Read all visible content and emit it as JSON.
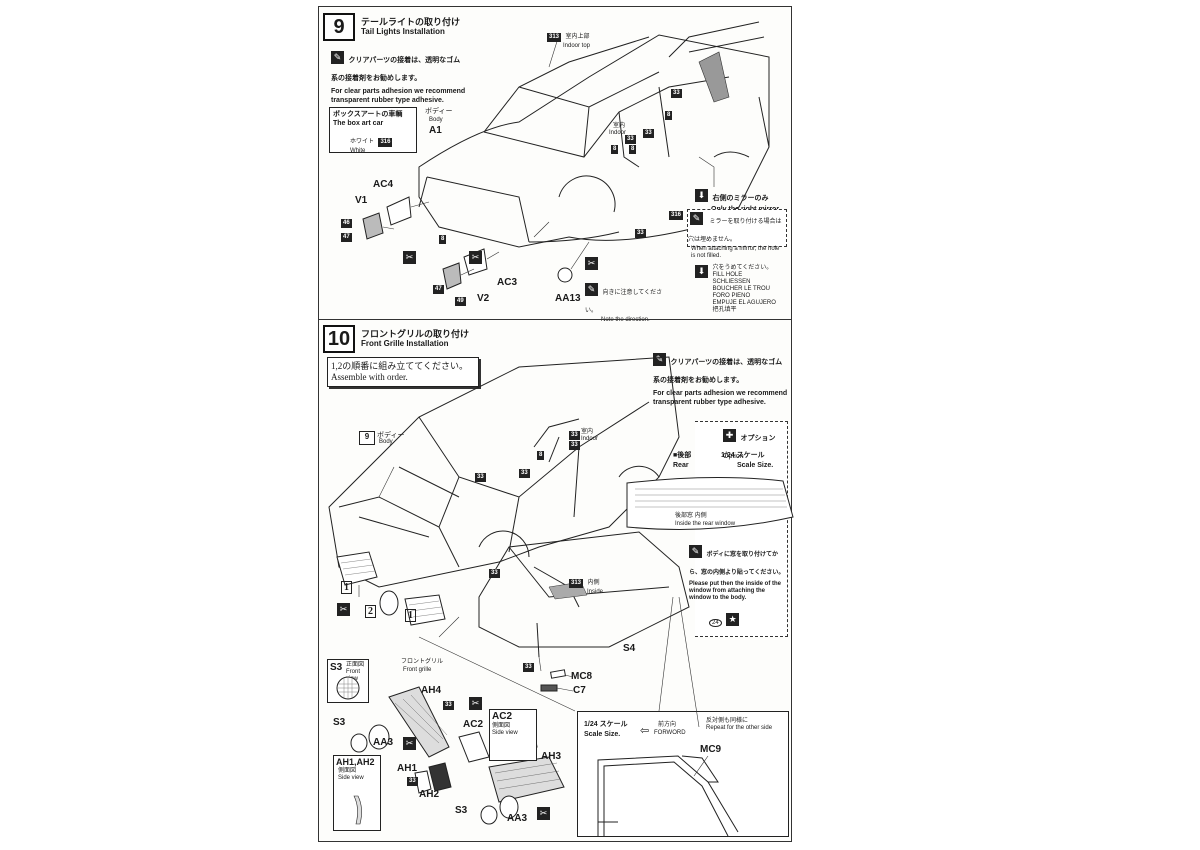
{
  "step9": {
    "number": "9",
    "title_jp": "テールライトの取り付け",
    "title_en": "Tail Lights Installation",
    "glue_note_jp": "クリアパーツの接着は、透明なゴム系の接着剤をお勧めします。",
    "glue_note_en": "For clear parts adhesion we recommend transparent rubber type adhesive.",
    "box_art_jp": "ボックスアートの車輌",
    "box_art_en": "The box art car",
    "white_jp": "ホワイト",
    "white_en": "White",
    "white_code": "316",
    "body_jp": "ボディー",
    "body_en": "Body",
    "body_part": "A1",
    "indoor_top_code": "313",
    "indoor_top_jp": "室内上部",
    "indoor_top_en": "Indoor top",
    "indoor_jp": "室内",
    "indoor_en": "Indoor",
    "codes": [
      "33",
      "8",
      "33",
      "8",
      "33",
      "316",
      "8",
      "33",
      "8",
      "46",
      "47",
      "47",
      "49"
    ],
    "parts": {
      "ac4": "AC4",
      "v1": "V1",
      "ac3": "AC3",
      "v2": "V2",
      "aa13": "AA13"
    },
    "right_mirror_jp": "右側のミラーのみ",
    "right_mirror_en": "Only the right mirror",
    "mirror_note_jp": "ミラーを取り付ける場合は穴は埋めません。",
    "mirror_note_en": "When attaching a mirror, the hole is not filled.",
    "direction_jp": "向きに注意してください。",
    "direction_en": "Note the direction.",
    "fill_hole_jp": "穴をうめてください。",
    "fill_hole_langs": [
      "FILL HOLE",
      "SCHLIESSEN",
      "BOUCHER LE TROU",
      "FORO PIENO",
      "EMPUJE EL AGUJERO",
      "把孔填平"
    ]
  },
  "step10": {
    "number": "10",
    "title_jp": "フロントグリルの取り付け",
    "title_en": "Front Grille Installation",
    "order_jp": "1,2の順番に組み立ててください。",
    "order_en": "Assemble with order.",
    "glue_note_jp": "クリアパーツの接着は、透明なゴム系の接着剤をお勧めします。",
    "glue_note_en": "For clear parts adhesion we recommend transparent rubber type adhesive.",
    "step_ref": "9",
    "body_jp": "ボディー",
    "body_en": "Body",
    "indoor_jp": "室内",
    "indoor_en": "Indoor",
    "codes": [
      "33",
      "33",
      "8",
      "33",
      "33",
      "33",
      "313",
      "33",
      "33",
      "33"
    ],
    "order_marks": [
      "1",
      "2",
      "1"
    ],
    "option_jp": "オプション",
    "option_en": "Option",
    "rear_jp": "■後部",
    "rear_en": "Rear",
    "scale_jp": "1/24 スケール",
    "scale_en": "Scale Size.",
    "rear_window_jp": "後部窓 内側",
    "rear_window_en": "Inside the rear window",
    "window_note_jp": "ボディに窓を取り付けてから、窓の内側より貼ってください。",
    "window_note_en": "Please put then the inside of the window from attaching the window to the body.",
    "decal_no": "24",
    "inside_jp": "内側",
    "inside_en": "Inside",
    "s4": "S4",
    "mc8": "MC8",
    "c7": "C7",
    "s3_front_jp": "正面図",
    "s3_front_en": "Front view",
    "front_grille_jp": "フロントグリル",
    "front_grille_en": "Front grille",
    "parts": {
      "s3a": "S3",
      "s3b": "S3",
      "s3c": "S3",
      "aa3a": "AA3",
      "aa3b": "AA3",
      "ah4": "AH4",
      "ac2": "AC2",
      "ah3": "AH3",
      "ah1": "AH1",
      "ah2": "AH2",
      "ah12": "AH1,AH2"
    },
    "side_view_jp": "側面図",
    "side_view_en": "Side view",
    "forword_jp": "前方向",
    "forword_en": "FORWORD",
    "repeat_jp": "反対側も同様に",
    "repeat_en": "Repeat for the other side",
    "mc9": "MC9"
  }
}
